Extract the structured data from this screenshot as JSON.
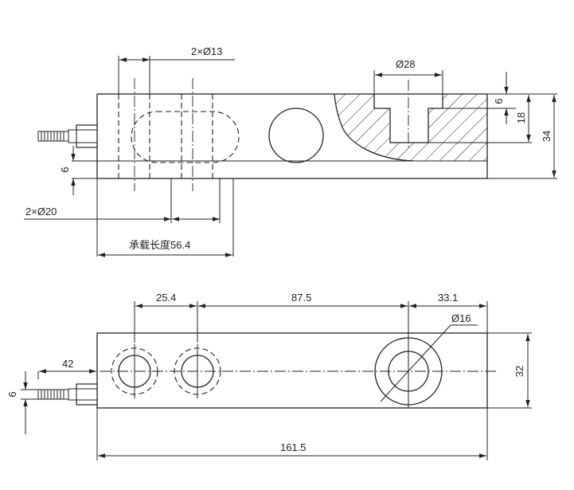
{
  "top_view": {
    "callouts": {
      "two_holes_13": "2×Ø13",
      "hole_28": "Ø28",
      "two_holes_20": "2×Ø20",
      "load_length": "承载长度56.4"
    },
    "dimensions": {
      "top_step_6": "6",
      "counterbore_18": "18",
      "height_34": "34",
      "cable_offset_6": "6"
    }
  },
  "bottom_view": {
    "dimensions": {
      "pitch_25_4": "25.4",
      "span_87_5": "87.5",
      "end_33_1": "33.1",
      "hole_16": "Ø16",
      "cable_42": "42",
      "width_32": "32",
      "cable_offset_6": "6",
      "length_161_5": "161.5"
    }
  }
}
